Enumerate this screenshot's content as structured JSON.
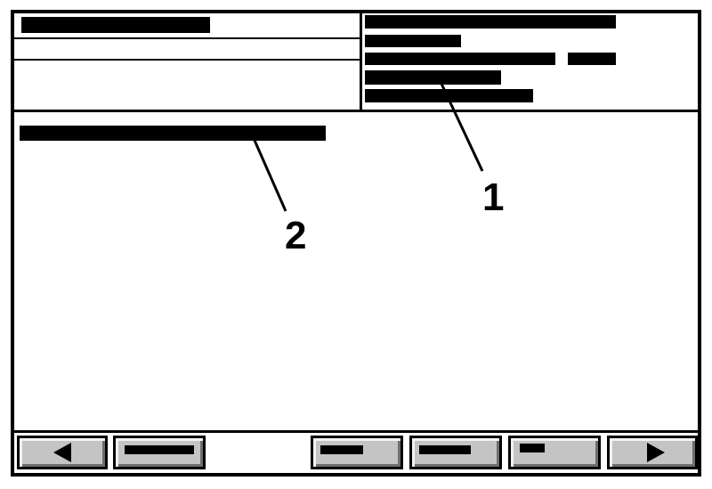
{
  "callouts": {
    "one": "1",
    "two": "2"
  },
  "header": {
    "left_panel_text_bars": 1,
    "right_panel_text_bars": 6
  },
  "button_bar": {
    "buttons": [
      {
        "icon": "arrow-left-icon"
      },
      {
        "icon": "blank-label"
      },
      {
        "icon": "blank-label"
      },
      {
        "icon": "blank-label"
      },
      {
        "icon": "blank-label"
      },
      {
        "icon": "arrow-right-icon"
      }
    ]
  }
}
